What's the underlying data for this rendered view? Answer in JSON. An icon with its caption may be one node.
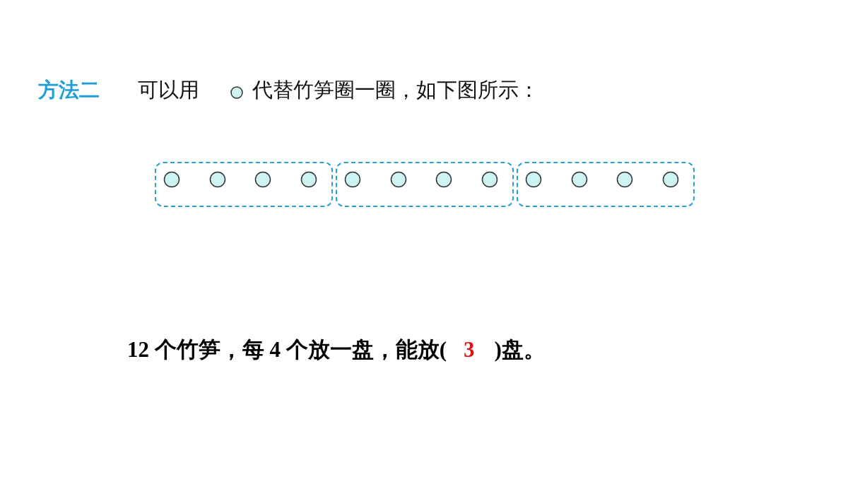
{
  "diagram": {
    "nodes": [
      {
        "text": [],
        "shape": "box"
      },
      {
        "text": [],
        "shape": "box"
      },
      {
        "text": [],
        "shape": "box"
      },
      {
        "text": [],
        "shape": "circle",
        "in": 0
      },
      {
        "text": [],
        "shape": "circle",
        "in": 0
      },
      {
        "text": [],
        "shape": "circle",
        "in": 0
      },
      {
        "text": [],
        "shape": "circle",
        "in": 0
      },
      {
        "text": [],
        "shape": "circle",
        "in": 1
      },
      {
        "text": [],
        "shape": "circle",
        "in": 1
      },
      {
        "text": [],
        "shape": "circle",
        "in": 1
      },
      {
        "text": [],
        "shape": "circle",
        "in": 1
      },
      {
        "text": [],
        "shape": "circle",
        "in": 2
      },
      {
        "text": [],
        "shape": "circle",
        "in": 2
      },
      {
        "text": [],
        "shape": "circle",
        "in": 2
      },
      {
        "text": [],
        "shape": "circle",
        "in": 2
      }
    ],
    "labels": [
      "方法二",
      "可以用",
      "代替竹笋圈一圈，如下图所示：",
      "12 个竹笋，每 4 个放一盘，能放(",
      "3",
      ")盘。"
    ]
  }
}
